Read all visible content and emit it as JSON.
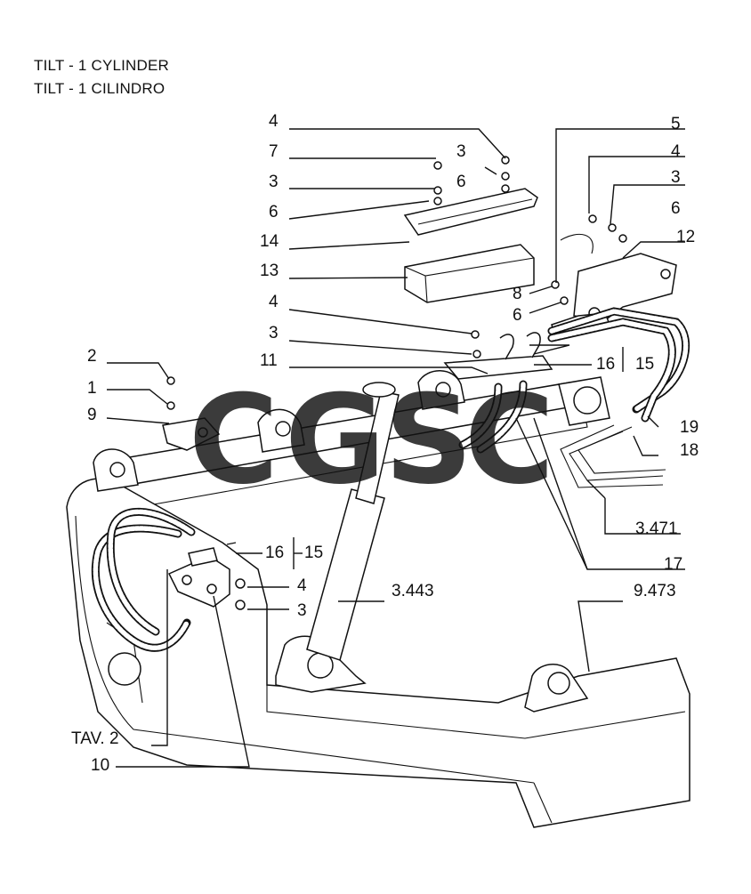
{
  "title": {
    "line1": "TILT - 1 CYLINDER",
    "line2": "TILT - 1 CILINDRO"
  },
  "watermark": {
    "letters": [
      "C",
      "G",
      "S",
      "C"
    ],
    "colors": [
      "#4285F4",
      "#EA4335",
      "#FBBC05",
      "#34A853"
    ]
  },
  "labels": {
    "l4_top": "4",
    "l7": "7",
    "l3_a": "3",
    "l6_a": "6",
    "l14": "14",
    "l13": "13",
    "l4_mid": "4",
    "l3_mid": "3",
    "l11": "11",
    "l3_top": "3",
    "l6_top": "6",
    "l5": "5",
    "l4_right": "4",
    "l3_right": "3",
    "l6_right": "6",
    "l12": "12",
    "l8": "8",
    "l6_b": "6",
    "l16_top": "16",
    "l15_top": "15",
    "l2": "2",
    "l1": "1",
    "l9": "9",
    "l19": "19",
    "l18": "18",
    "l3471": "3.471",
    "l17": "17",
    "l16_low": "16",
    "l15_low": "15",
    "l4_low": "4",
    "l3_low": "3",
    "l3443": "3.443",
    "l9473": "9.473",
    "ltav2": "TAV. 2",
    "l10": "10"
  }
}
